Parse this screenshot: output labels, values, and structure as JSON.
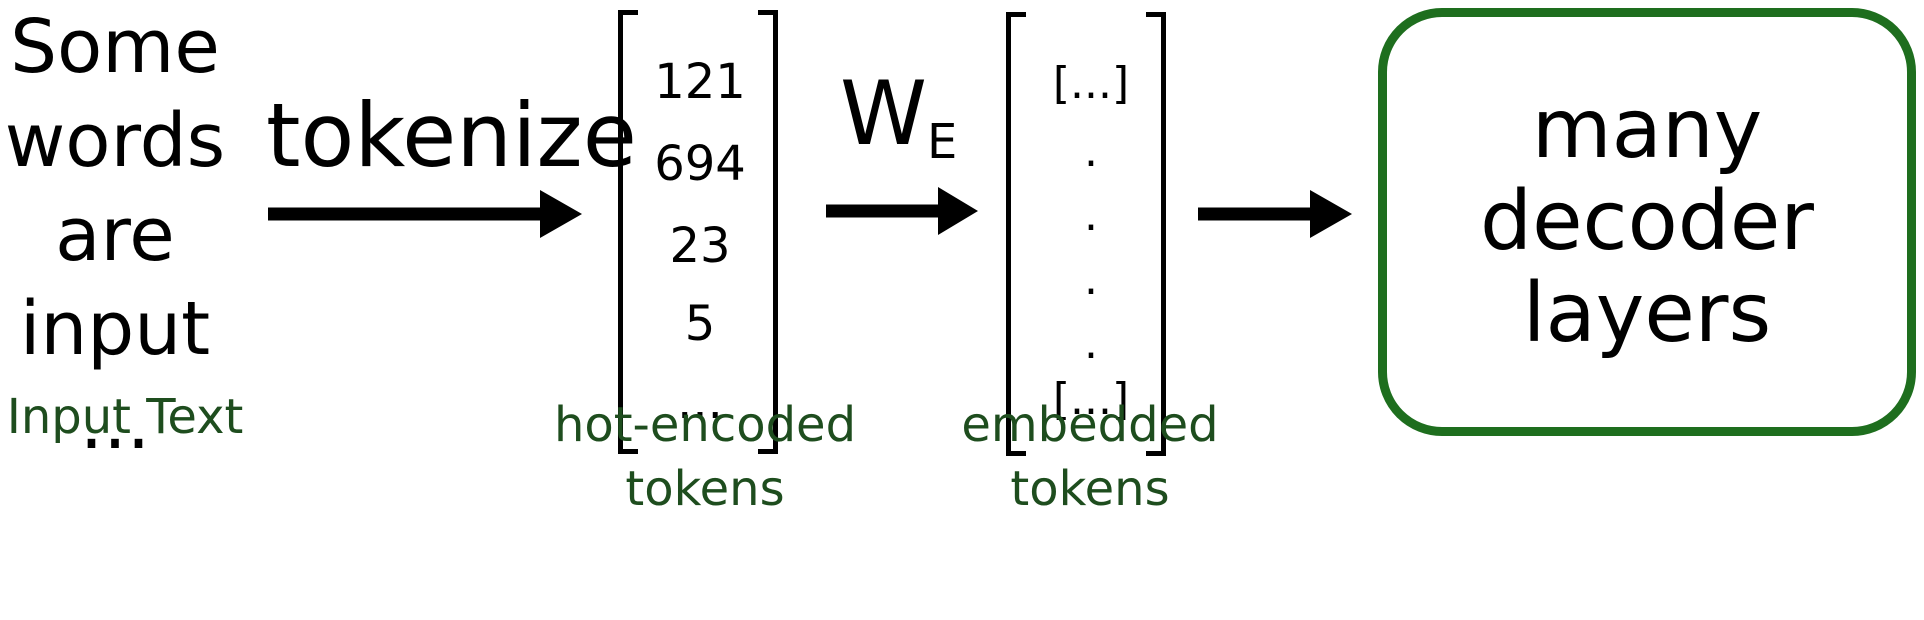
{
  "input": {
    "lines": [
      "Some",
      "words",
      "are",
      "input",
      "..."
    ],
    "caption": "Input Text"
  },
  "tokenize": {
    "label": "tokenize"
  },
  "tokens": {
    "values": [
      "121",
      "694",
      "23",
      "5",
      "..."
    ],
    "caption_lines": [
      "hot-encoded",
      "tokens"
    ]
  },
  "embedding": {
    "label_main": "W",
    "label_sub": "E",
    "rows": [
      "[...]",
      ".",
      ".",
      ".",
      ".",
      "[...]"
    ],
    "caption_lines": [
      "embedded",
      "tokens"
    ]
  },
  "decoder": {
    "lines": [
      "many",
      "decoder",
      "layers"
    ],
    "border_color": "#1e6e1e"
  },
  "caption_color": "#1e4d1e"
}
